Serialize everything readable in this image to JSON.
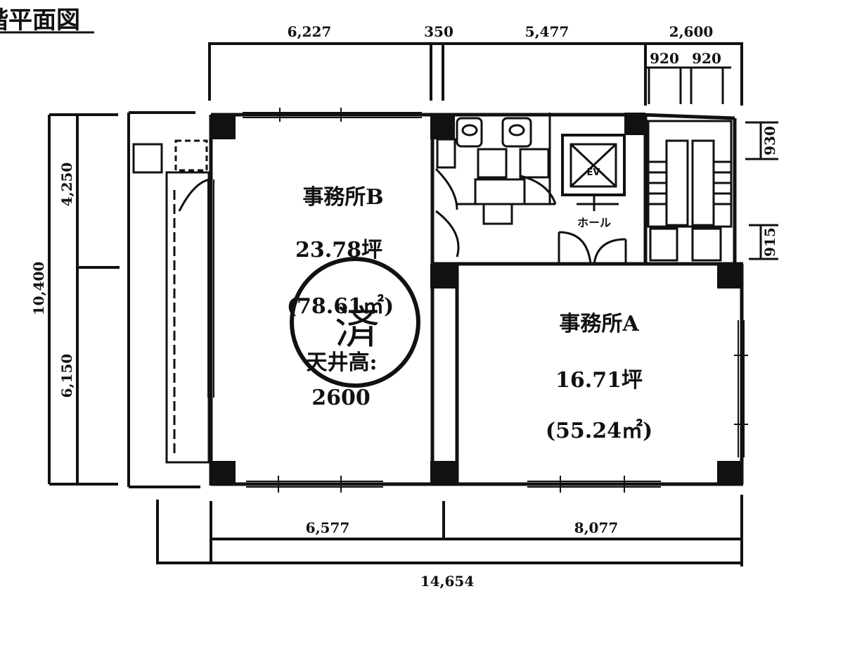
{
  "title": "階平面図",
  "dimensions": {
    "top": [
      "6,227",
      "350",
      "5,477",
      "2,600"
    ],
    "top_sub": [
      "920",
      "920"
    ],
    "left_total": "10,400",
    "left_upper": "4,250",
    "left_lower": "6,150",
    "right_upper": "930",
    "right_lower": "915",
    "bottom": [
      "6,577",
      "8,077"
    ],
    "bottom_total": "14,654"
  },
  "office_b": {
    "name": "事務所B",
    "tsubo": "23.78坪",
    "area": "(78.61㎡)",
    "ceiling_label": "天井高:",
    "ceiling_value": "2600"
  },
  "office_a": {
    "name": "事務所A",
    "tsubo": "16.71坪",
    "area": "(55.24㎡)"
  },
  "hall_label": "ホール",
  "elevator_label": "EV",
  "stamp_text": "済"
}
